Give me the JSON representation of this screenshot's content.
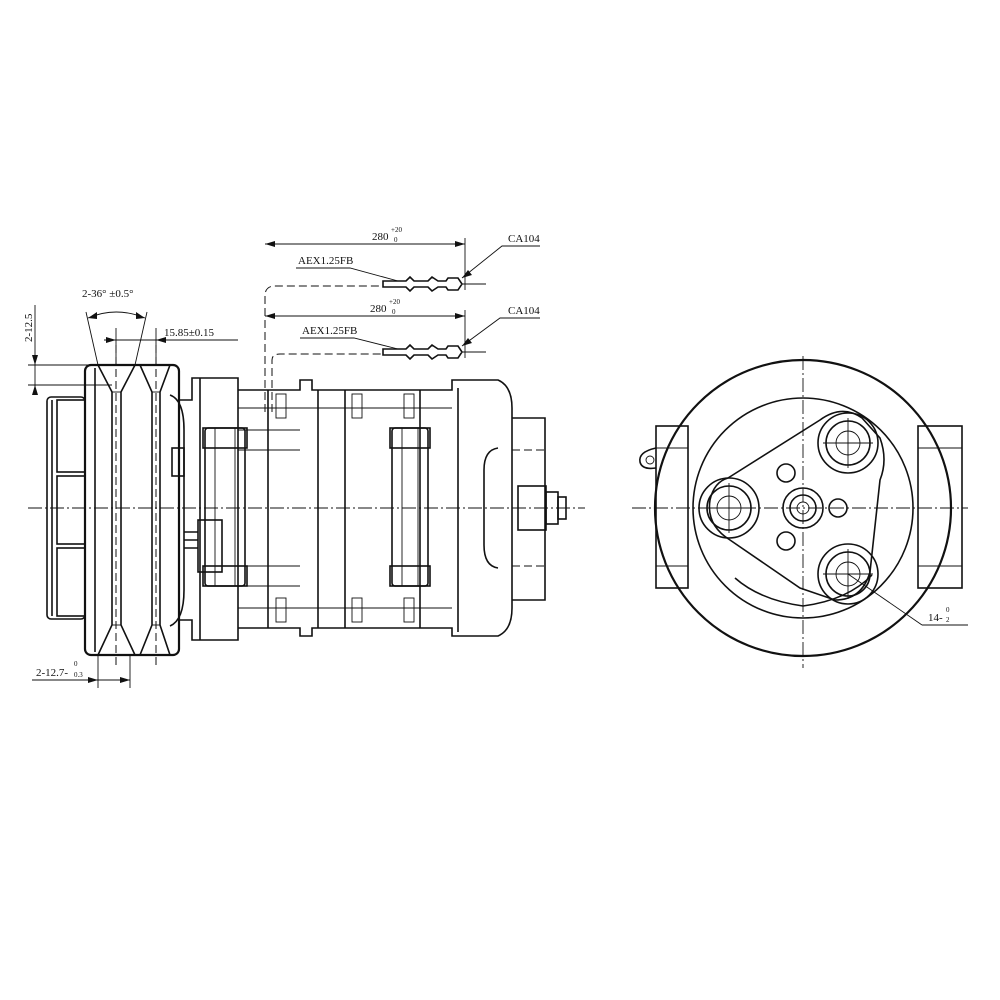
{
  "labels": {
    "len_top_main": "280",
    "len_top_sup": "+20",
    "len_top_sub": "0",
    "conn_top": "CA104",
    "term_top": "AEX1.25FB",
    "len_bot_main": "280",
    "len_bot_sup": "+20",
    "len_bot_sub": "0",
    "conn_bot": "CA104",
    "term_bot": "AEX1.25FB",
    "groove_angle": "2-36° ±0.5°",
    "groove_width": "15.85±0.15",
    "groove_depth_vertical": "2-12.5",
    "groove_pitch_main": "2-12.7-",
    "groove_pitch_sup": "0",
    "groove_pitch_sub": "0.3",
    "port_hole_main": "14-",
    "port_hole_sup": "0",
    "port_hole_sub": "2"
  }
}
